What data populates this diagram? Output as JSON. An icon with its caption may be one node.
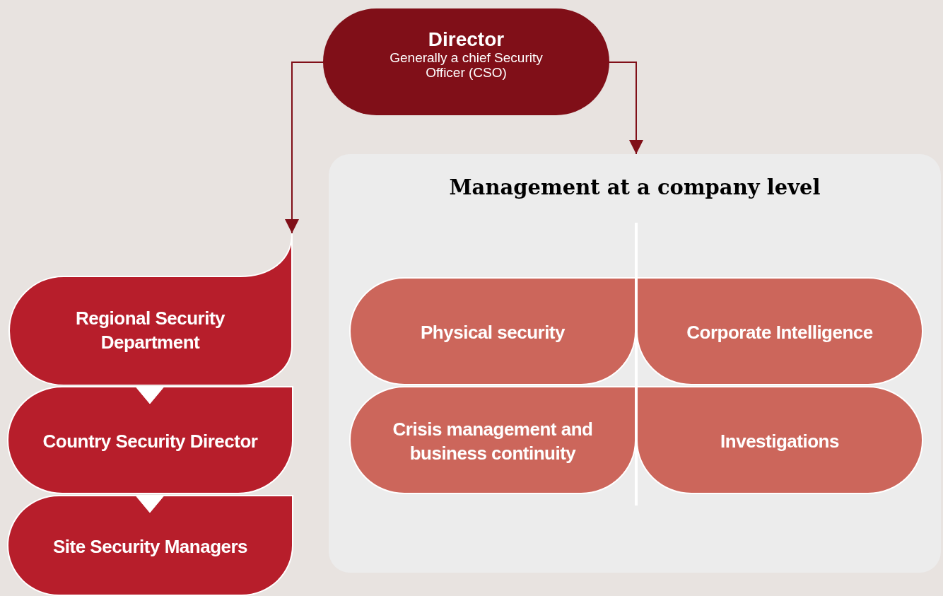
{
  "diagram": {
    "nodes": [
      {
        "text": [
          "Director",
          "Generally a chief Security Officer (CSO)"
        ]
      },
      {
        "text": [
          "Regional Security Department"
        ]
      },
      {
        "text": [
          "Country Security Director"
        ]
      },
      {
        "text": [
          "Site Security Managers"
        ]
      },
      {
        "text": [
          "Management at a company level"
        ]
      },
      {
        "text": [
          "Physical security"
        ],
        "in": 4
      },
      {
        "text": [
          "Corporate Intelligence"
        ],
        "in": 4
      },
      {
        "text": [
          "Crisis management and business continuity"
        ],
        "in": 4
      },
      {
        "text": [
          "Investigations"
        ],
        "in": 4
      }
    ],
    "edges": [
      {
        "from": 0,
        "to": 1,
        "arrow": "to"
      },
      {
        "from": 0,
        "to": 4,
        "arrow": "to"
      },
      {
        "from": 1,
        "to": 2,
        "arrow": "to",
        "color": "#ffffff"
      },
      {
        "from": 2,
        "to": 3,
        "arrow": "to",
        "color": "#ffffff"
      }
    ]
  }
}
